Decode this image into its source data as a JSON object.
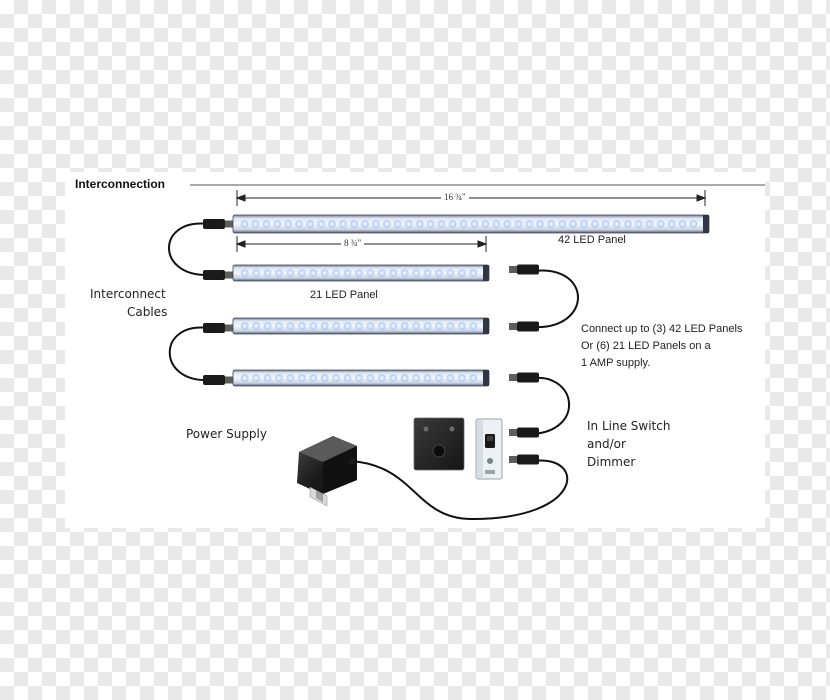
{
  "diagram": {
    "heading": "Interconnection",
    "dim_long": "16 ¾\"",
    "dim_short": "8 ¾\"",
    "label_42": "42 LED Panel",
    "label_21": "21 LED Panel",
    "interconnect_line1": "Interconnect",
    "interconnect_line2": "Cables",
    "connect_line1": "Connect up to (3) 42 LED Panels",
    "connect_line2": "Or (6) 21 LED Panels on a",
    "connect_line3": "1 AMP supply.",
    "power_supply": "Power Supply",
    "switch_line1": "In Line Switch",
    "switch_line2": "and/or",
    "switch_line3": "Dimmer"
  },
  "panels": [
    {
      "name": "42-led-panel",
      "leds": 42
    },
    {
      "name": "21-led-panel",
      "leds": 21
    },
    {
      "name": "21-led-panel",
      "leds": 21
    },
    {
      "name": "21-led-panel",
      "leds": 21
    }
  ]
}
